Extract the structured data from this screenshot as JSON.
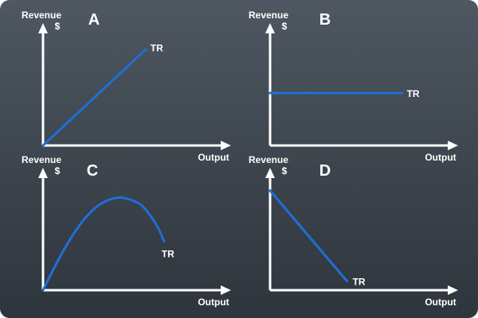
{
  "colors": {
    "curve": "#1f6fd6",
    "axes": "#ffffff",
    "background": "#3f4750"
  },
  "chart_data": [
    {
      "panel": "A",
      "type": "line",
      "ylabel": "Revenue",
      "yunit": "$",
      "xlabel": "Output",
      "series": [
        {
          "name": "TR",
          "x": [
            0,
            5.6
          ],
          "y": [
            0,
            5.3
          ]
        }
      ],
      "xlim": [
        0,
        10
      ],
      "ylim": [
        0,
        6.5
      ],
      "grid": false
    },
    {
      "panel": "B",
      "type": "line",
      "ylabel": "Revenue",
      "yunit": "$",
      "xlabel": "Output",
      "series": [
        {
          "name": "TR",
          "x": [
            0,
            7.2
          ],
          "y": [
            2.9,
            2.9
          ]
        }
      ],
      "xlim": [
        0,
        10
      ],
      "ylim": [
        0,
        6.5
      ],
      "grid": false
    },
    {
      "panel": "C",
      "type": "line",
      "ylabel": "Revenue",
      "yunit": "$",
      "xlabel": "Output",
      "series": [
        {
          "name": "TR",
          "x": [
            0,
            0.8,
            1.6,
            2.4,
            3.2,
            4.0,
            4.6,
            5.3,
            5.8,
            6.3,
            6.6
          ],
          "y": [
            0,
            1.6,
            3.0,
            4.1,
            4.8,
            5.1,
            5.05,
            4.75,
            4.2,
            3.4,
            2.7
          ]
        }
      ],
      "xlim": [
        0,
        10
      ],
      "ylim": [
        0,
        6.5
      ],
      "grid": false
    },
    {
      "panel": "D",
      "type": "line",
      "ylabel": "Revenue",
      "yunit": "$",
      "xlabel": "Output",
      "series": [
        {
          "name": "TR",
          "x": [
            0,
            4.2
          ],
          "y": [
            5.5,
            0.5
          ]
        }
      ],
      "xlim": [
        0,
        10
      ],
      "ylim": [
        0,
        6.5
      ],
      "grid": false
    }
  ]
}
